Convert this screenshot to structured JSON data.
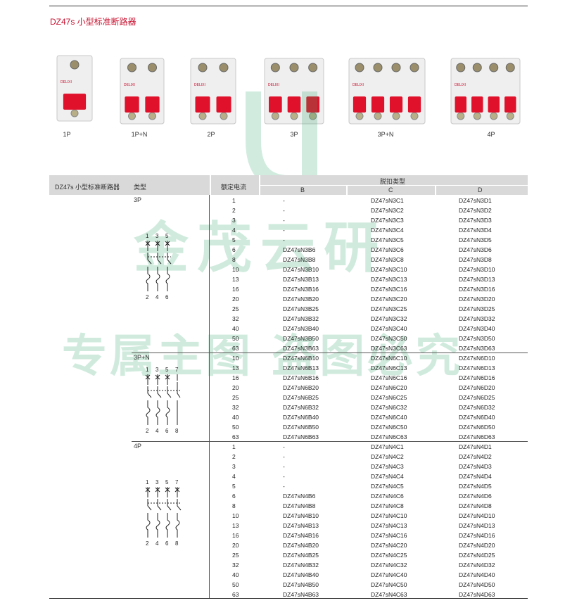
{
  "header": {
    "title": "DZ47s 小型标准断路器"
  },
  "products": [
    {
      "label": "1P",
      "poles": 1
    },
    {
      "label": "1P+N",
      "poles": 2
    },
    {
      "label": "2P",
      "poles": 2
    },
    {
      "label": "3P",
      "poles": 3
    },
    {
      "label": "3P+N",
      "poles": 4
    },
    {
      "label": "4P",
      "poles": 4
    }
  ],
  "brand_text": "DELIXI",
  "watermark": {
    "line1": "金茂云研",
    "line2": "专属主图  盗图必究"
  },
  "table": {
    "col_product": "DZ47s 小型标准断路器",
    "col_type": "类型",
    "col_current": "额定电流",
    "col_trip": "脱扣类型",
    "trip_b": "B",
    "trip_c": "C",
    "trip_d": "D",
    "groups": [
      {
        "type": "3P",
        "terminals_top": [
          "1",
          "3",
          "5"
        ],
        "terminals_bottom": [
          "2",
          "4",
          "6"
        ],
        "rows": [
          [
            "1",
            "-",
            "DZ47sN3C1",
            "DZ47sN3D1"
          ],
          [
            "2",
            "-",
            "DZ47sN3C2",
            "DZ47sN3D2"
          ],
          [
            "3",
            "-",
            "DZ47sN3C3",
            "DZ47sN3D3"
          ],
          [
            "4",
            "-",
            "DZ47sN3C4",
            "DZ47sN3D4"
          ],
          [
            "5",
            "-",
            "DZ47sN3C5",
            "DZ47sN3D5"
          ],
          [
            "6",
            "DZ47sN3B6",
            "DZ47sN3C6",
            "DZ47sN3D6"
          ],
          [
            "8",
            "DZ47sN3B8",
            "DZ47sN3C8",
            "DZ47sN3D8"
          ],
          [
            "10",
            "DZ47sN3B10",
            "DZ47sN3C10",
            "DZ47sN3D10"
          ],
          [
            "13",
            "DZ47sN3B13",
            "DZ47sN3C13",
            "DZ47sN3D13"
          ],
          [
            "16",
            "DZ47sN3B16",
            "DZ47sN3C16",
            "DZ47sN3D16"
          ],
          [
            "20",
            "DZ47sN3B20",
            "DZ47sN3C20",
            "DZ47sN3D20"
          ],
          [
            "25",
            "DZ47sN3B25",
            "DZ47sN3C25",
            "DZ47sN3D25"
          ],
          [
            "32",
            "DZ47sN3B32",
            "DZ47sN3C32",
            "DZ47sN3D32"
          ],
          [
            "40",
            "DZ47sN3B40",
            "DZ47sN3C40",
            "DZ47sN3D40"
          ],
          [
            "50",
            "DZ47sN3B50",
            "DZ47sN3C50",
            "DZ47sN3D50"
          ],
          [
            "63",
            "DZ47sN3B63",
            "DZ47sN3C63",
            "DZ47sN3D63"
          ]
        ]
      },
      {
        "type": "3P+N",
        "terminals_top": [
          "1",
          "3",
          "5",
          "7"
        ],
        "terminals_bottom": [
          "2",
          "4",
          "6",
          "8"
        ],
        "rows": [
          [
            "10",
            "DZ47sN6B10",
            "DZ47sN6C10",
            "DZ47sN6D10"
          ],
          [
            "13",
            "DZ47sN6B13",
            "DZ47sN6C13",
            "DZ47sN6D13"
          ],
          [
            "16",
            "DZ47sN6B16",
            "DZ47sN6C16",
            "DZ47sN6D16"
          ],
          [
            "20",
            "DZ47sN6B20",
            "DZ47sN6C20",
            "DZ47sN6D20"
          ],
          [
            "25",
            "DZ47sN6B25",
            "DZ47sN6C25",
            "DZ47sN6D25"
          ],
          [
            "32",
            "DZ47sN6B32",
            "DZ47sN6C32",
            "DZ47sN6D32"
          ],
          [
            "40",
            "DZ47sN6B40",
            "DZ47sN6C40",
            "DZ47sN6D40"
          ],
          [
            "50",
            "DZ47sN6B50",
            "DZ47sN6C50",
            "DZ47sN6D50"
          ],
          [
            "63",
            "DZ47sN6B63",
            "DZ47sN6C63",
            "DZ47sN6D63"
          ]
        ]
      },
      {
        "type": "4P",
        "terminals_top": [
          "1",
          "3",
          "5",
          "7"
        ],
        "terminals_bottom": [
          "2",
          "4",
          "6",
          "8"
        ],
        "rows": [
          [
            "1",
            "-",
            "DZ47sN4C1",
            "DZ47sN4D1"
          ],
          [
            "2",
            "-",
            "DZ47sN4C2",
            "DZ47sN4D2"
          ],
          [
            "3",
            "-",
            "DZ47sN4C3",
            "DZ47sN4D3"
          ],
          [
            "4",
            "-",
            "DZ47sN4C4",
            "DZ47sN4D4"
          ],
          [
            "5",
            "-",
            "DZ47sN4C5",
            "DZ47sN4D5"
          ],
          [
            "6",
            "DZ47sN4B6",
            "DZ47sN4C6",
            "DZ47sN4D6"
          ],
          [
            "8",
            "DZ47sN4B8",
            "DZ47sN4C8",
            "DZ47sN4D8"
          ],
          [
            "10",
            "DZ47sN4B10",
            "DZ47sN4C10",
            "DZ47sN4D10"
          ],
          [
            "13",
            "DZ47sN4B13",
            "DZ47sN4C13",
            "DZ47sN4D13"
          ],
          [
            "16",
            "DZ47sN4B16",
            "DZ47sN4C16",
            "DZ47sN4D16"
          ],
          [
            "20",
            "DZ47sN4B20",
            "DZ47sN4C20",
            "DZ47sN4D20"
          ],
          [
            "25",
            "DZ47sN4B25",
            "DZ47sN4C25",
            "DZ47sN4D25"
          ],
          [
            "32",
            "DZ47sN4B32",
            "DZ47sN4C32",
            "DZ47sN4D32"
          ],
          [
            "40",
            "DZ47sN4B40",
            "DZ47sN4C40",
            "DZ47sN4D40"
          ],
          [
            "50",
            "DZ47sN4B50",
            "DZ47sN4C50",
            "DZ47sN4D50"
          ],
          [
            "63",
            "DZ47sN4B63",
            "DZ47sN4C63",
            "DZ47sN4D63"
          ]
        ]
      }
    ]
  },
  "colors": {
    "accent": "#c8102e",
    "header_bg": "#d9d9d9",
    "divider": "#d2232a",
    "watermark": "#2ea86a"
  }
}
